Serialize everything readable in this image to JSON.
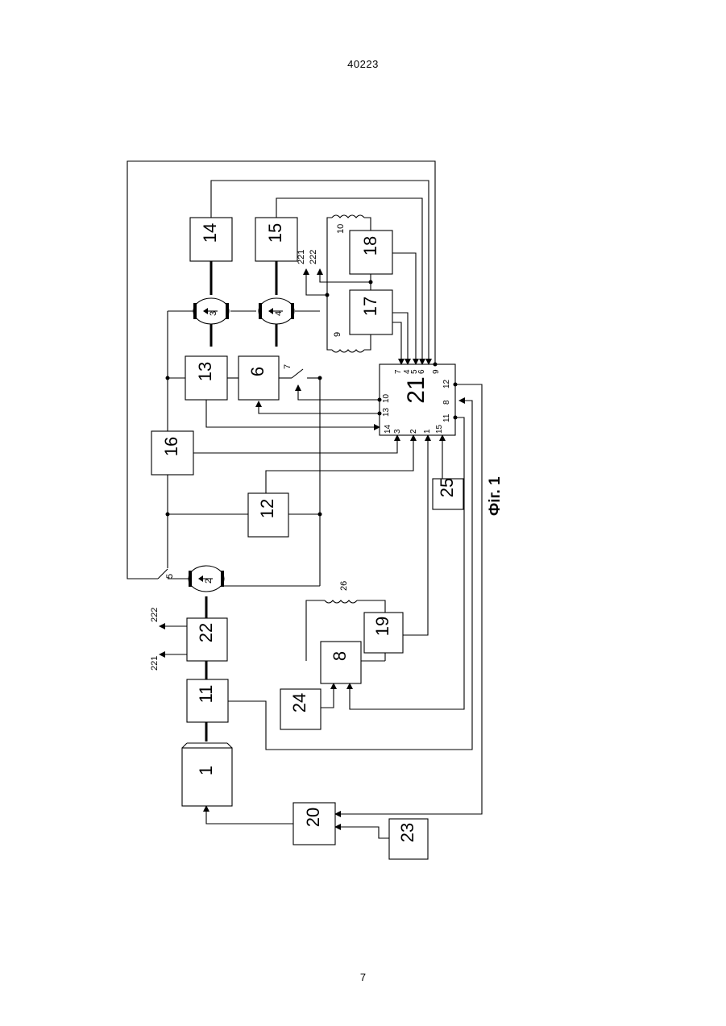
{
  "page": {
    "header_number": "40223",
    "footer_number": "7"
  },
  "diagram": {
    "caption": "Фіг. 1",
    "blocks": {
      "b1": "1",
      "b2": "2",
      "b3": "3",
      "b4": "4",
      "b6": "6",
      "b8": "8",
      "b11": "11",
      "b12": "12",
      "b13": "13",
      "b14": "14",
      "b15": "15",
      "b16": "16",
      "b17": "17",
      "b18": "18",
      "b19": "19",
      "b20": "20",
      "b21": "21",
      "b22": "22",
      "b23": "23",
      "b24": "24",
      "b25": "25"
    },
    "labels": {
      "switch5": "5",
      "switch7": "7",
      "coil9": "9",
      "coil10": "10",
      "coil26": "26",
      "out221_a": "221",
      "out222_a": "222",
      "out221_b": "221",
      "out222_b": "222"
    },
    "pins21": {
      "p7": "7",
      "p4": "4",
      "p5": "5",
      "p6": "6",
      "p9": "9",
      "p14": "14",
      "p3": "3",
      "p2": "2",
      "p1": "1",
      "p15": "15",
      "p10": "10",
      "p13": "13",
      "p11": "11",
      "p8": "8",
      "p12": "12"
    }
  }
}
